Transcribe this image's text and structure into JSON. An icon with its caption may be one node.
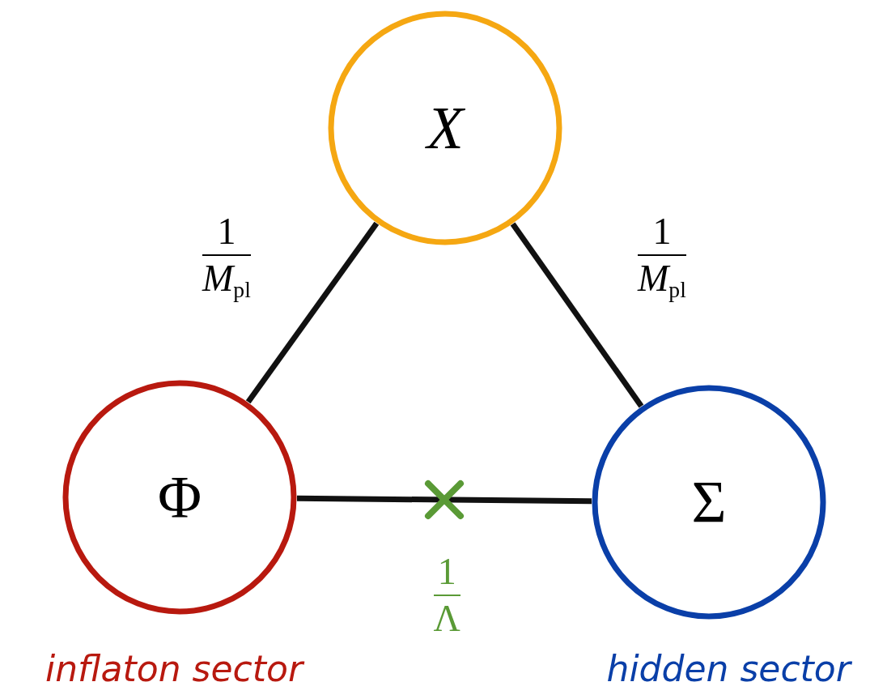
{
  "diagram": {
    "nodes": [
      {
        "text": [
          "X"
        ]
      },
      {
        "text": [
          "Φ"
        ],
        "beside": [
          "inflaton sector"
        ]
      },
      {
        "text": [
          "Σ"
        ],
        "beside": [
          "hidden sector"
        ]
      }
    ],
    "edges": [
      {
        "from": 0,
        "to": 1,
        "arrow": "none",
        "label": "1 *M*$_{pl}$"
      },
      {
        "from": 0,
        "to": 2,
        "arrow": "none",
        "label": "1 *M*$_{pl}$"
      },
      {
        "from": 1,
        "to": 2,
        "arrow": "none",
        "label": "1 Λ"
      }
    ]
  }
}
